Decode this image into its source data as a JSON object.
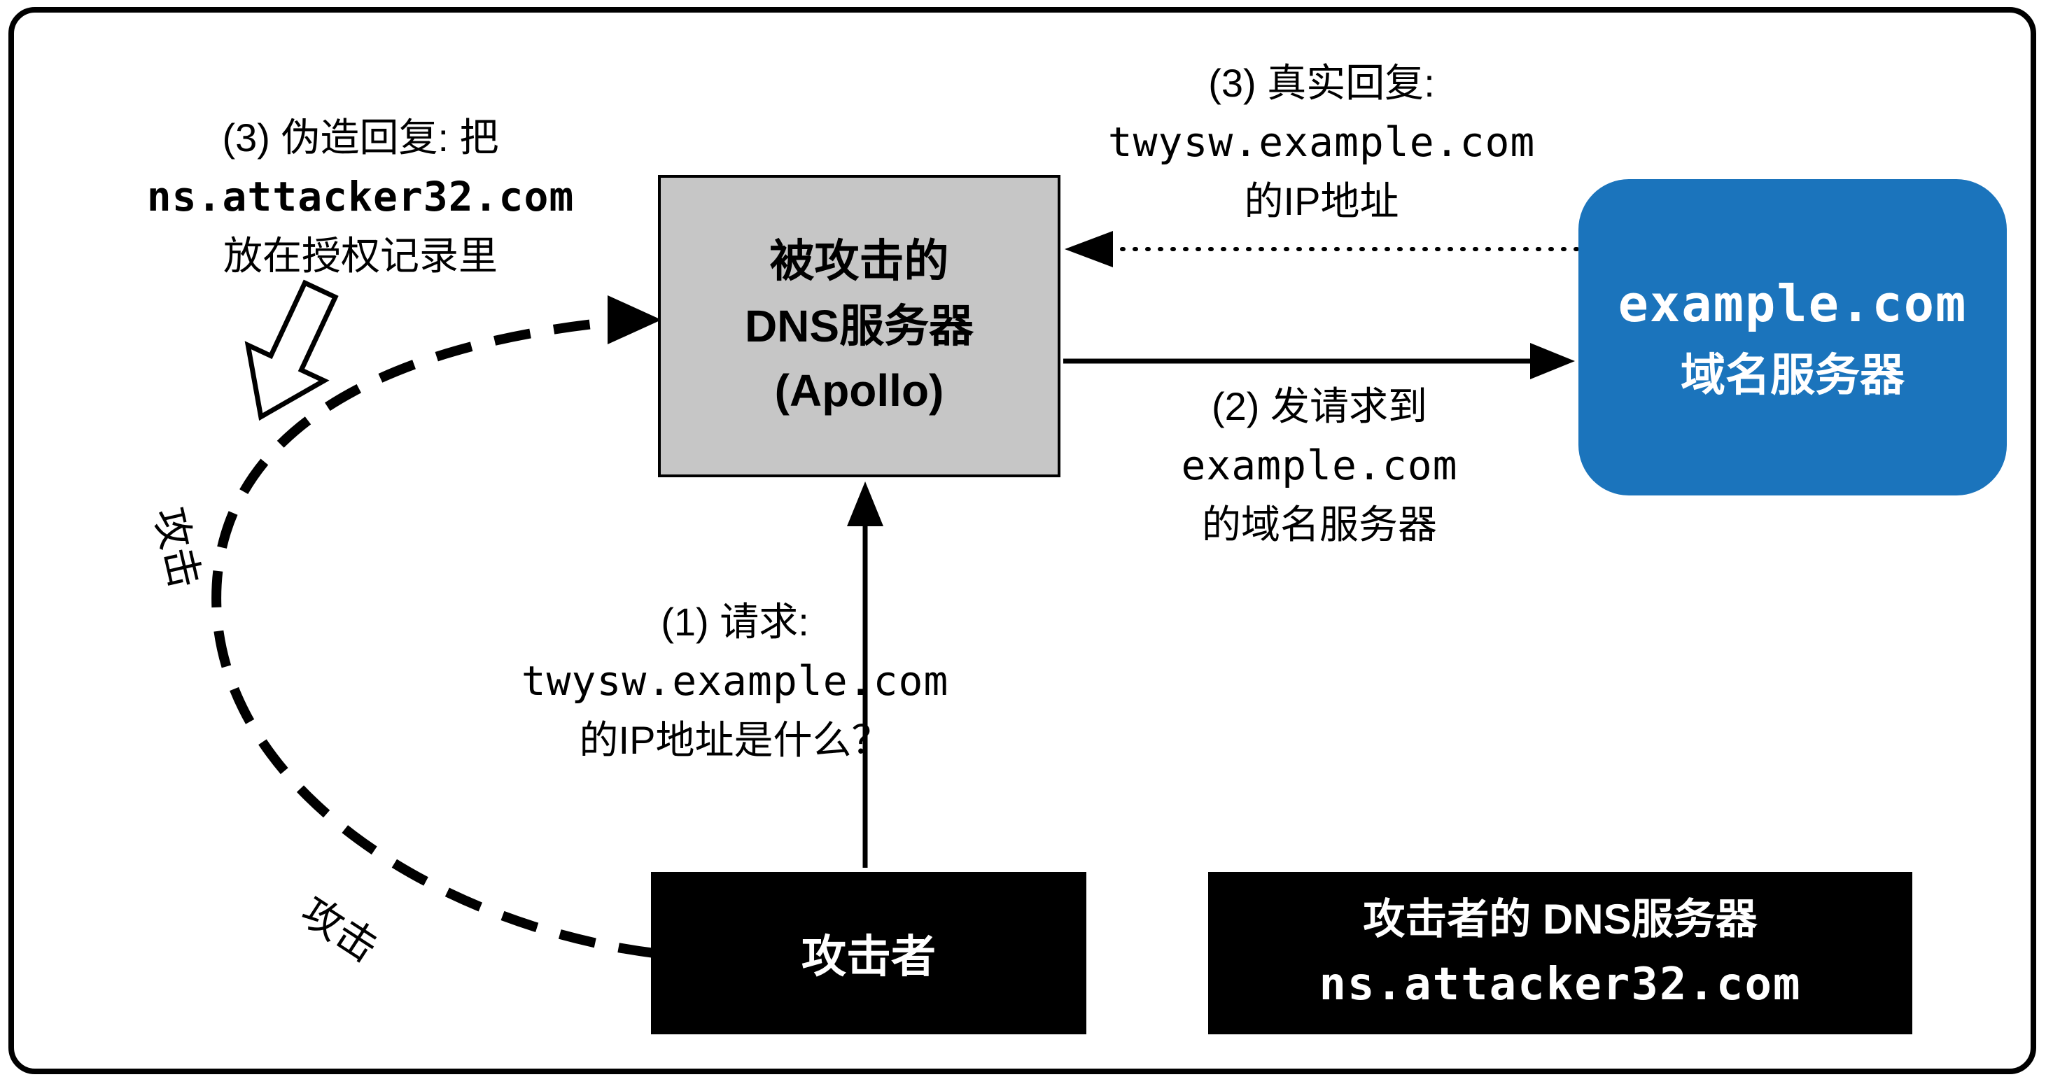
{
  "diagram_title": "DNS cache poisoning attack diagram",
  "apollo_box": {
    "lines": [
      "被攻击的",
      "DNS服务器",
      "(Apollo)"
    ]
  },
  "example_box": {
    "lines": [
      "example.com",
      "域名服务器"
    ]
  },
  "attacker_box": {
    "label": "攻击者"
  },
  "attacker_dns_box": {
    "lines": [
      "攻击者的 DNS服务器",
      "ns.attacker32.com"
    ]
  },
  "labels": {
    "forged_reply": {
      "lines": [
        "(3) 伪造回复: 把",
        "ns.attacker32.com",
        "放在授权记录里"
      ]
    },
    "request1": {
      "lines": [
        "(1) 请求:",
        "twysw.example.com",
        "的IP地址是什么？"
      ]
    },
    "request2": {
      "lines": [
        "(2) 发请求到",
        "example.com",
        "的域名服务器"
      ]
    },
    "real_reply": {
      "lines": [
        "(3) 真实回复:",
        "twysw.example.com",
        "的IP地址"
      ]
    },
    "attack_words": [
      "攻击",
      "攻击"
    ]
  },
  "colors": {
    "example_box_fill": "#1B74BC",
    "apollo_box_fill": "#C6C6C6",
    "dark_box_fill": "#000000",
    "text_on_dark": "#FFFFFF",
    "line_color": "#000000"
  }
}
